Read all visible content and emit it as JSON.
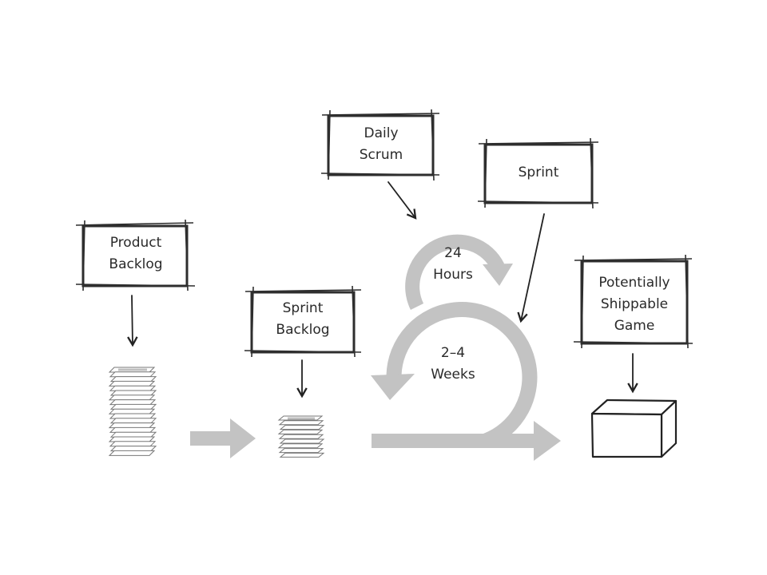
{
  "boxes": {
    "product_backlog": [
      "Product",
      "Backlog"
    ],
    "sprint_backlog": [
      "Sprint",
      "Backlog"
    ],
    "daily_scrum": [
      "Daily",
      "Scrum"
    ],
    "sprint": [
      "Sprint"
    ],
    "potentially_shippable_game": [
      "Potentially",
      "Shippable",
      "Game"
    ]
  },
  "loops": {
    "daily": [
      "24",
      "Hours"
    ],
    "sprint": [
      "2–4",
      "Weeks"
    ]
  },
  "colors": {
    "flow_arrows": "#c3c3c3",
    "box_border": "#2e2e2e",
    "background": "#ffffff"
  }
}
